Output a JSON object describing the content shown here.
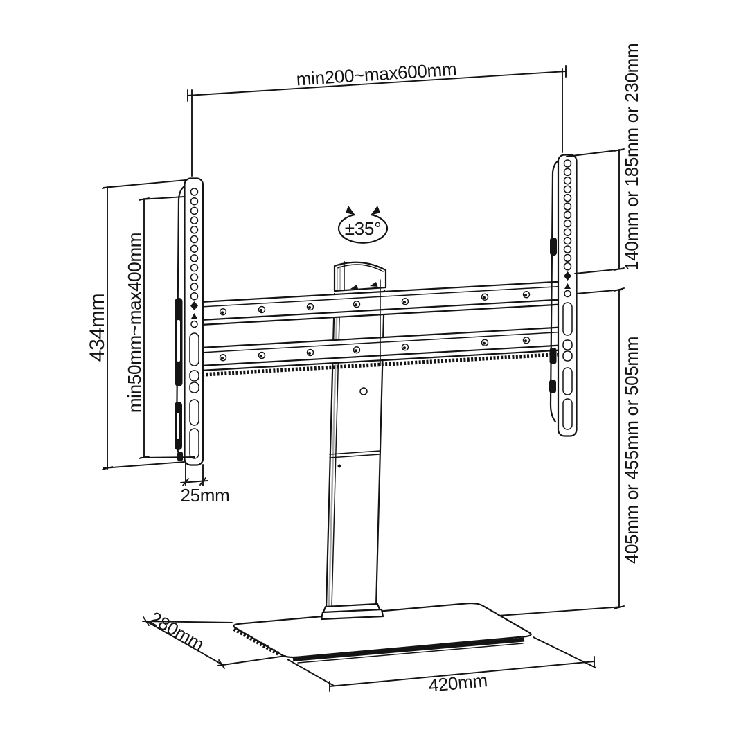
{
  "diagram": {
    "kind": "technical-line-drawing",
    "subject": "tabletop-tv-stand-with-vesa-brackets",
    "background_color": "#ffffff",
    "line_color": "#141414",
    "labels": {
      "top_width": "min200~max600mm",
      "upper_height_options": "140mm or 185mm or 230mm",
      "bracket_height": "434mm",
      "vesa_height_range": "min50mm~max400mm",
      "swivel_angle": "±35°",
      "bracket_depth": "25mm",
      "stand_height_options": "405mm or 455mm or 505mm",
      "base_depth": "280mm",
      "base_width": "420mm"
    }
  }
}
